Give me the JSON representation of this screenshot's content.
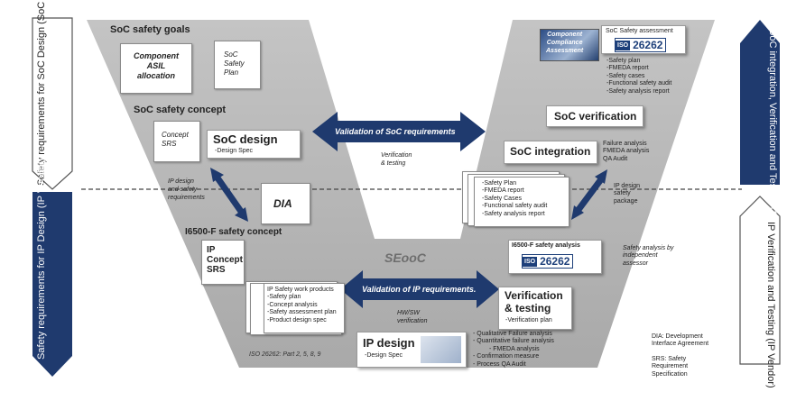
{
  "left_arrows": {
    "soc": "Safety requirements for SoC Design (SoC Vendor)",
    "ip": "Safety requirements for IP Design (IP Vendor)"
  },
  "right_arrows": {
    "soc": "SoC integration, Verification and Testing (SoC Vendor)",
    "ip": "IP Verification and Testing (IP Vendor)"
  },
  "left_side": {
    "soc_goals": "SoC safety goals",
    "component_asil": [
      "Component",
      "ASIL",
      "allocation"
    ],
    "soc_safety_plan": [
      "SoC",
      "Safety",
      "Plan"
    ],
    "soc_concept": "SoC safety concept",
    "concept_srs": [
      "Concept",
      "SRS"
    ],
    "soc_design": "SoC design",
    "soc_design_sub": "-Design Spec",
    "ip_design_note": [
      "IP design",
      "and safety",
      "requirements"
    ],
    "dia": "DIA",
    "i6500_concept": "I6500-F safety concept",
    "ip_concept": [
      "IP",
      "Concept",
      "SRS"
    ],
    "ip_work_products": [
      "IP Safety work products",
      "-Safety plan",
      "-Concept analysis",
      "-Safety assessment plan",
      "-Product design spec"
    ],
    "ip_design": "IP design",
    "ip_design_sub": "-Design Spec",
    "iso_parts": "ISO 26262: Part  2, 5, 8, 9"
  },
  "center": {
    "validation_soc": "Validation of SoC requirements",
    "verification_testing": [
      "Verification",
      "& testing"
    ],
    "seooc": "SEooC",
    "validation_ip": "Validation of IP requirements.",
    "hwsw": [
      "HW/SW",
      "verification"
    ]
  },
  "right_side": {
    "component_compliance": [
      "Component",
      "Compliance",
      "Assessment"
    ],
    "soc_safety_assessment": "SoC Safety assessment",
    "iso_logo": "ISO",
    "iso_number": "26262",
    "assessment_items": [
      "-Safety plan",
      "-FMEDA report",
      "-Safety cases",
      "-Functional safety audit",
      "-Safety analysis report"
    ],
    "soc_verification": "SoC verification",
    "soc_integration": "SoC integration",
    "integration_notes": [
      "Failure analysis",
      "FMEDA analysis",
      "QA Audit"
    ],
    "package_items": [
      "-Safety Plan",
      "-FMEDA report",
      "-Safety Cases",
      "-Functional safety audit",
      "-Safety analysis report"
    ],
    "ip_design_package": [
      "IP design",
      "safety",
      "package"
    ],
    "i6500_analysis": "I6500-F safety analysis",
    "safety_analysis_note": [
      "Safety analysis by",
      "independent",
      "assessor"
    ],
    "verification_testing": [
      "Verification",
      "& testing"
    ],
    "verification_plan": "-Verification plan",
    "analysis_items": [
      "- Qualitative  Failure analysis",
      "- Quantitative failure analysis",
      "- FMEDA analysis",
      "- Confirmation measure",
      "- Process QA Audit"
    ]
  },
  "legend": {
    "dia": [
      "DIA: Development",
      "Interface Agreement"
    ],
    "srs": [
      "SRS: Safety",
      "Requirement",
      "Specification"
    ]
  },
  "colors": {
    "navy": "#1f3a6e",
    "gray_band": "#b9b9b9",
    "seooc_text": "#6e6e6e"
  }
}
